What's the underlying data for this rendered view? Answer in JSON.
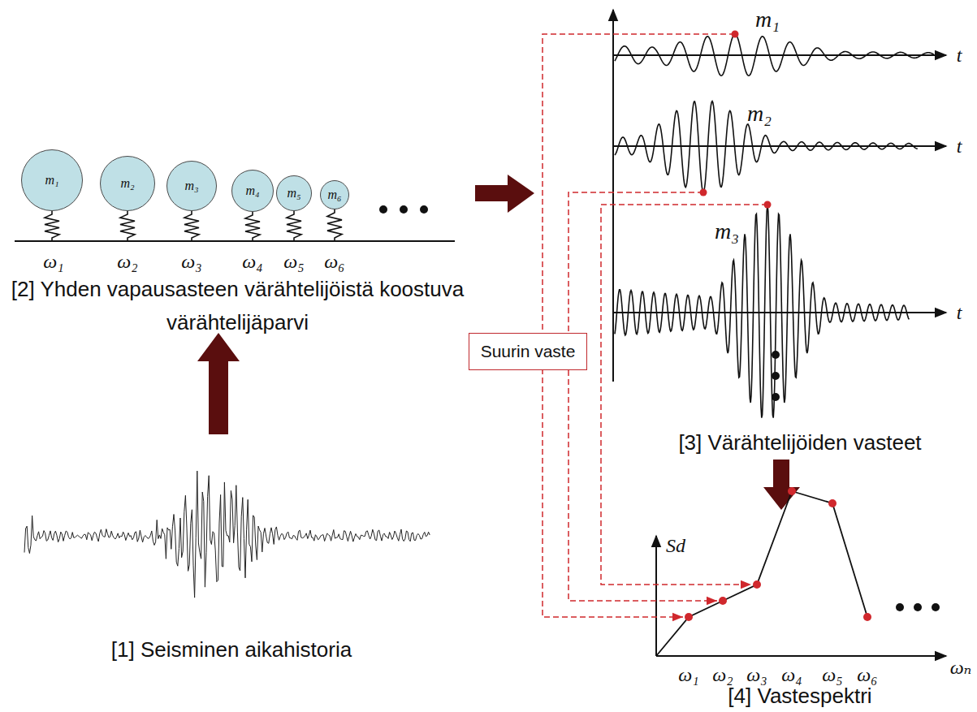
{
  "diagram": {
    "nodes": [
      {
        "text": [
          "m₁"
        ]
      },
      {
        "text": [
          "m₂"
        ]
      },
      {
        "text": [
          "m₃"
        ]
      },
      {
        "text": [
          "m₄"
        ]
      },
      {
        "text": [
          "m₅"
        ]
      },
      {
        "text": [
          "m₆"
        ]
      },
      {
        "text": [
          "Suurin vaste"
        ]
      }
    ],
    "labels": [
      "ω₁",
      "ω₂",
      "ω₃",
      "ω₄",
      "ω₅",
      "ω₆",
      "[2] Yhden vapausasteen värähtelijöistä koostuva värähtelijäparvi",
      "[1] Seisminen aikahistoria",
      "m₁",
      "t",
      "m₂",
      "t",
      "m₃",
      "t",
      "[3] Värähtelijöiden vasteet",
      "Sd",
      "ωₙ",
      "ω₁",
      "ω₂",
      "ω₃",
      "ω₄",
      "ω₅",
      "ω₆",
      "[4] Vastespektri"
    ]
  }
}
